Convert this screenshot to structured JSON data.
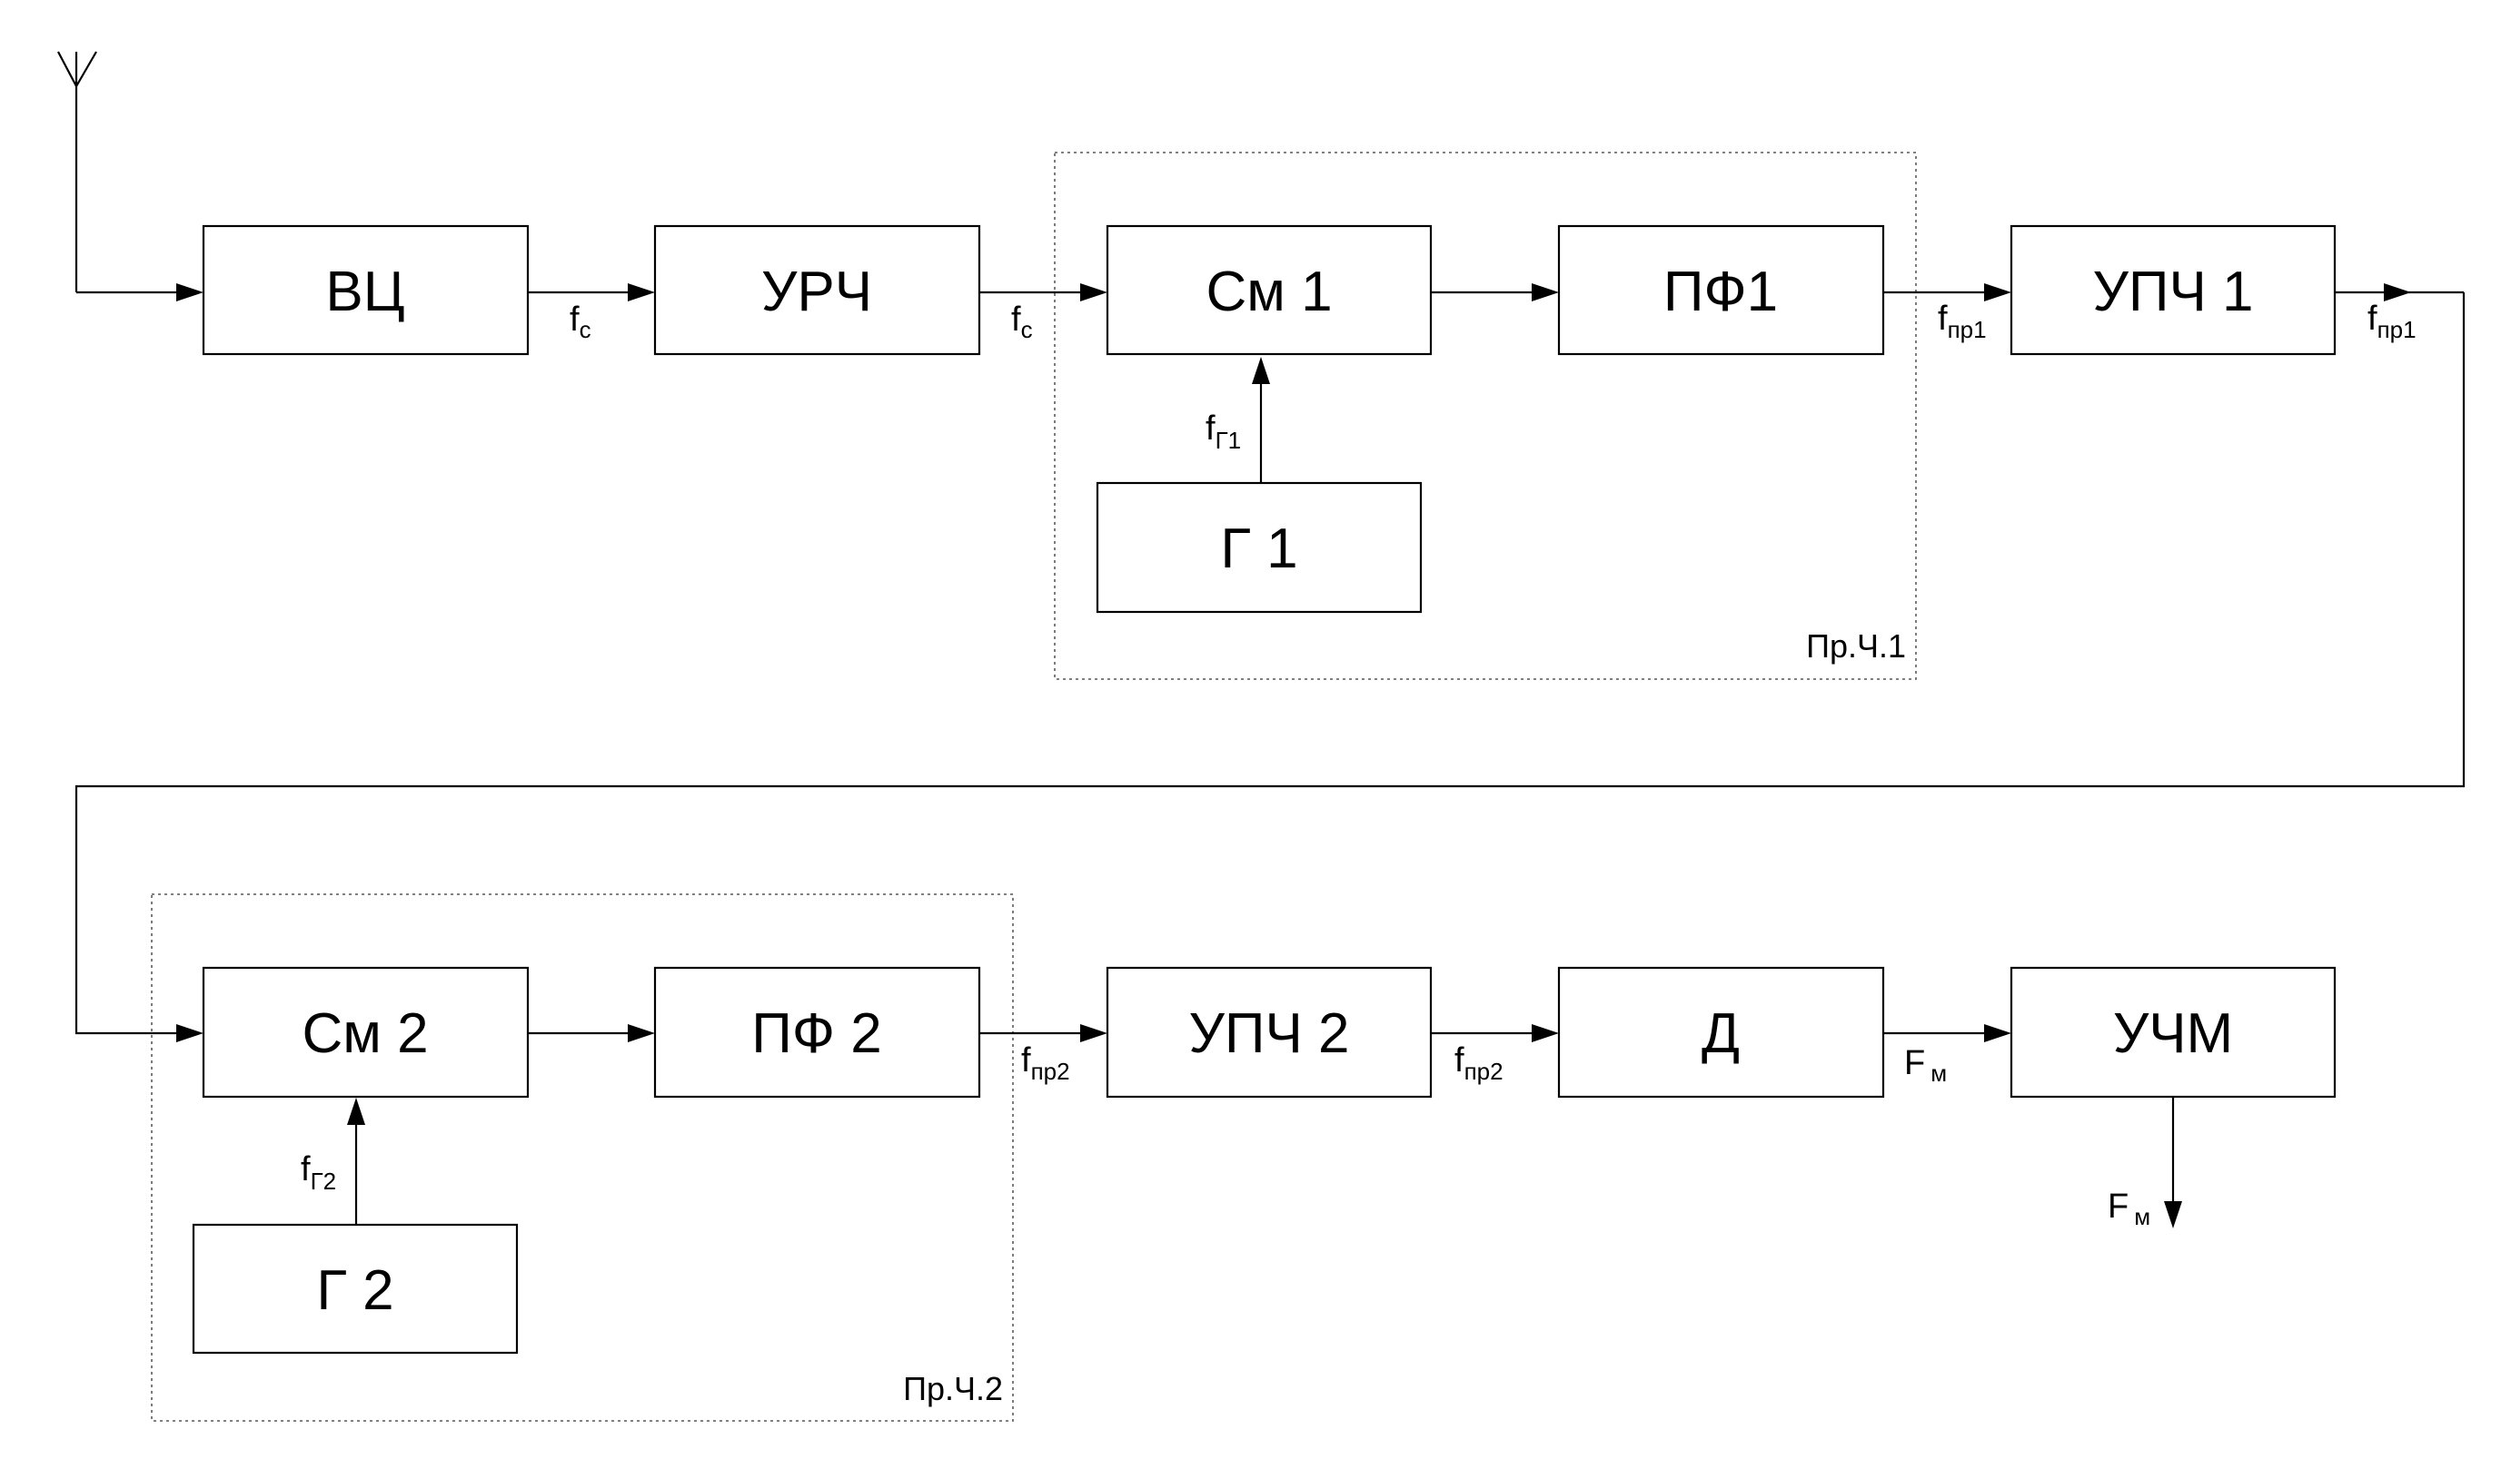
{
  "blocks": {
    "vc": "ВЦ",
    "urch": "УРЧ",
    "sm1": "См 1",
    "pf1": "ПФ1",
    "upch1": "УПЧ 1",
    "g1": "Г 1",
    "sm2": "См 2",
    "pf2": "ПФ 2",
    "upch2": "УПЧ 2",
    "d": "Д",
    "uchm": "УЧМ",
    "g2": "Г 2"
  },
  "groups": {
    "stage1": "Пр.Ч.1",
    "stage2": "Пр.Ч.2"
  },
  "signals": {
    "fc_1": {
      "main": "f",
      "sub": "c"
    },
    "fc_2": {
      "main": "f",
      "sub": "c"
    },
    "fg1": {
      "main": "f",
      "sub": "Г1"
    },
    "fpr1_1": {
      "main": "f",
      "sub": "пр1"
    },
    "fpr1_2": {
      "main": "f",
      "sub": "пр1"
    },
    "fg2": {
      "main": "f",
      "sub": "Г2"
    },
    "fpr2_1": {
      "main": "f",
      "sub": "пр2"
    },
    "fpr2_2": {
      "main": "f",
      "sub": "пр2"
    },
    "fm_1": {
      "main": "F",
      "sub": "м"
    },
    "fm_2": {
      "main": "F",
      "sub": "м"
    }
  }
}
